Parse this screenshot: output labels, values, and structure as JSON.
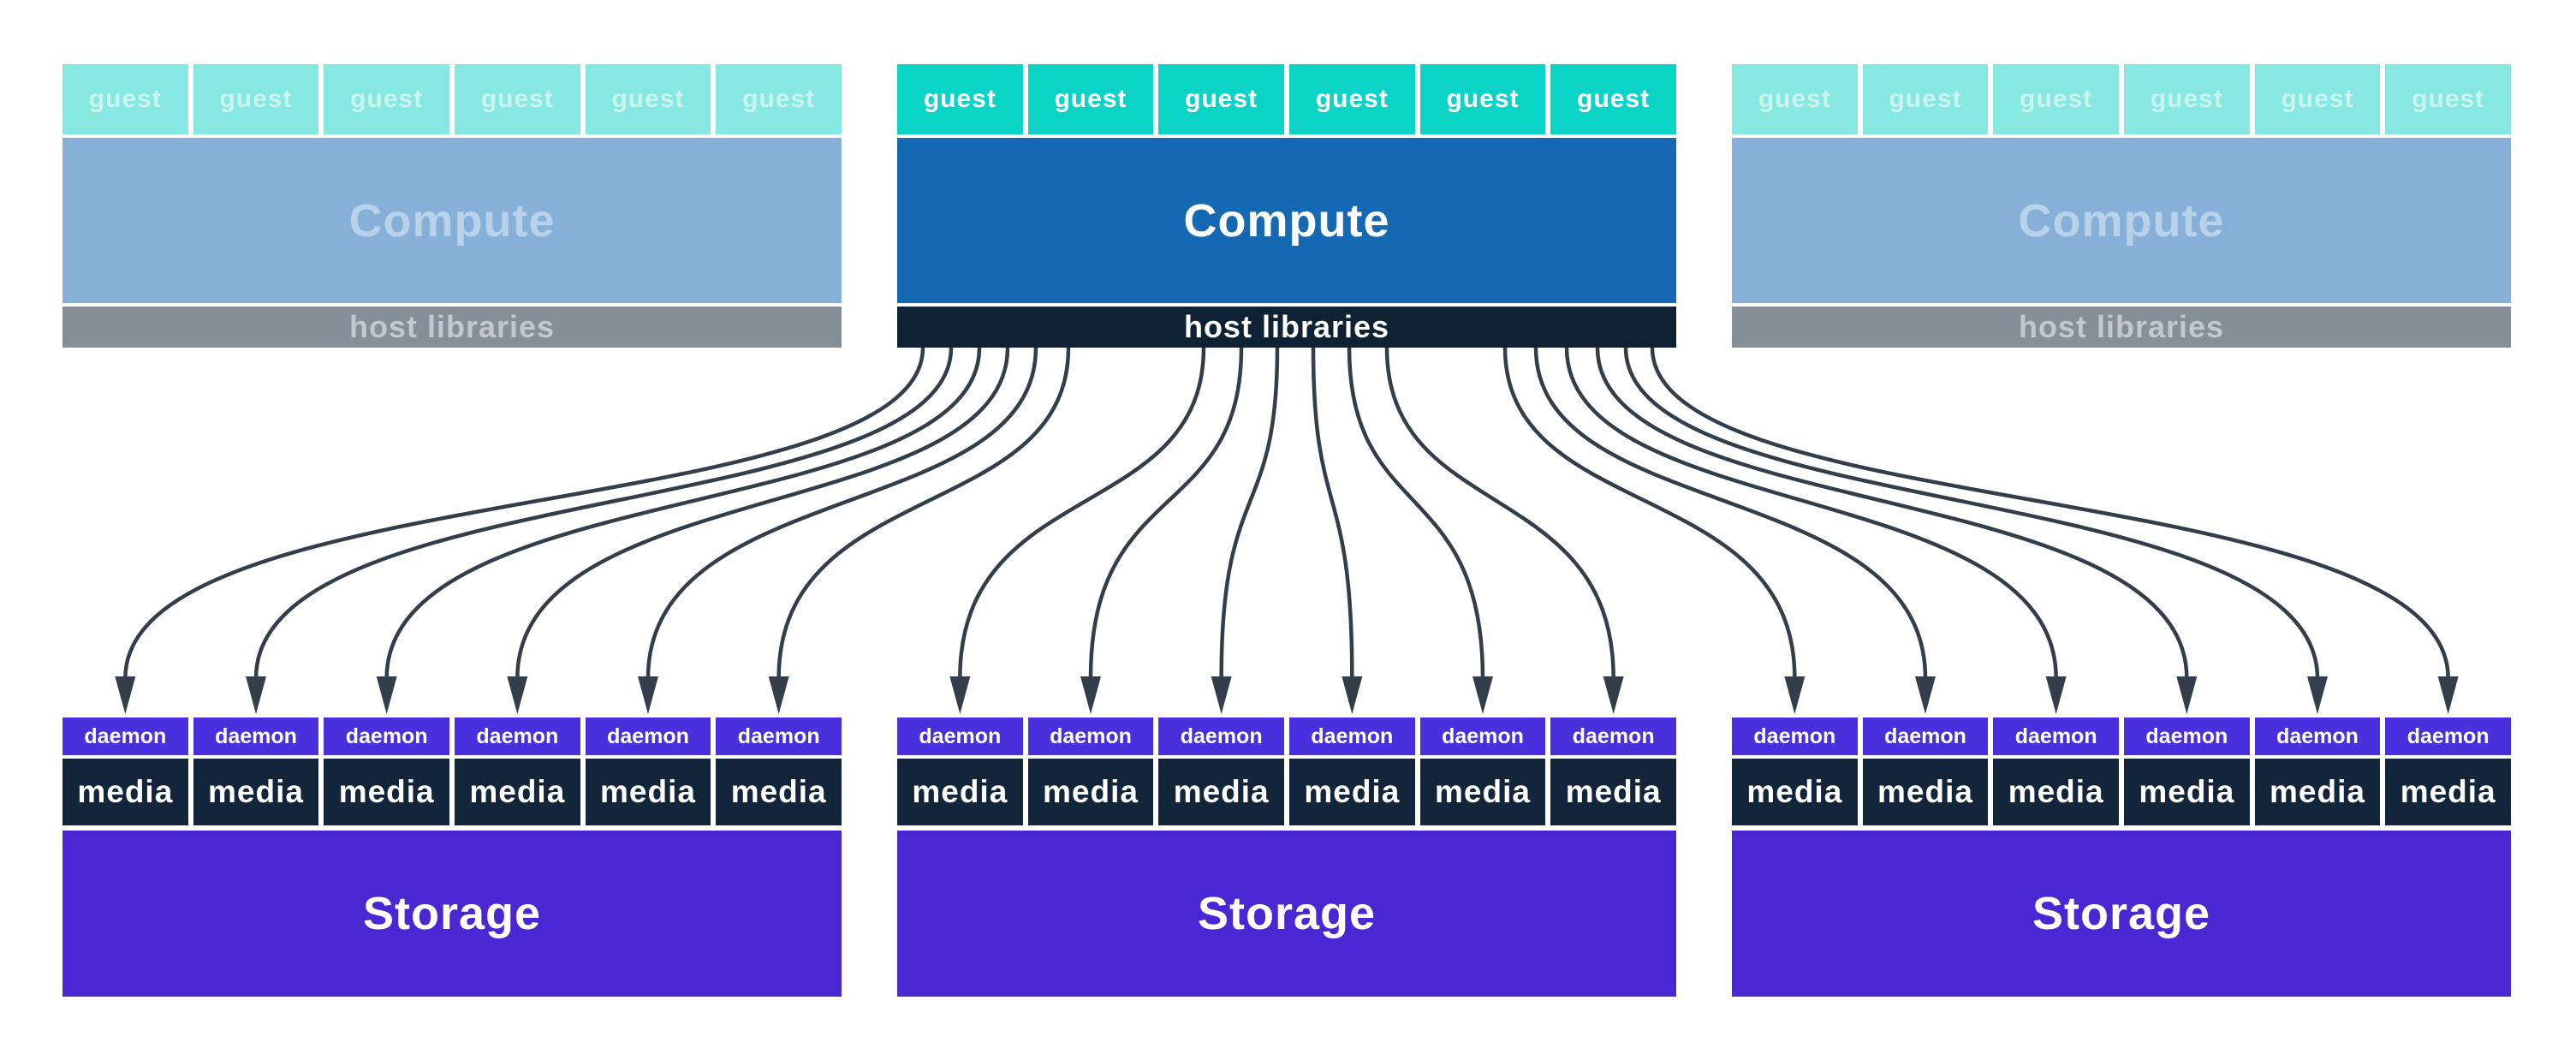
{
  "diagram": {
    "title": "ceph-style compute to storage fan-out diagram",
    "columns": [
      {
        "id": "left",
        "state": "inactive",
        "guests": [
          "guest",
          "guest",
          "guest",
          "guest",
          "guest",
          "guest"
        ],
        "compute_label": "Compute",
        "host_label": "host libraries",
        "daemons": [
          "daemon",
          "daemon",
          "daemon",
          "daemon",
          "daemon",
          "daemon"
        ],
        "media": [
          "media",
          "media",
          "media",
          "media",
          "media",
          "media"
        ],
        "storage_label": "Storage"
      },
      {
        "id": "center",
        "state": "active",
        "guests": [
          "guest",
          "guest",
          "guest",
          "guest",
          "guest",
          "guest"
        ],
        "compute_label": "Compute",
        "host_label": "host libraries",
        "daemons": [
          "daemon",
          "daemon",
          "daemon",
          "daemon",
          "daemon",
          "daemon"
        ],
        "media": [
          "media",
          "media",
          "media",
          "media",
          "media",
          "media"
        ],
        "storage_label": "Storage"
      },
      {
        "id": "right",
        "state": "inactive",
        "guests": [
          "guest",
          "guest",
          "guest",
          "guest",
          "guest",
          "guest"
        ],
        "compute_label": "Compute",
        "host_label": "host libraries",
        "daemons": [
          "daemon",
          "daemon",
          "daemon",
          "daemon",
          "daemon",
          "daemon"
        ],
        "media": [
          "media",
          "media",
          "media",
          "media",
          "media",
          "media"
        ],
        "storage_label": "Storage"
      }
    ],
    "arrows": {
      "count": 18,
      "from": "center host libraries",
      "to": "each daemon in all three columns",
      "color": "#333e4a"
    },
    "colors": {
      "guest_active": "#0bd3c6",
      "guest_inactive": "#87e8e1",
      "compute_active": "#1569b3",
      "compute_inactive": "#86b0d8",
      "host_active": "#0e2233",
      "host_inactive": "#858f97",
      "daemon": "#4a30dc",
      "media": "#13253a",
      "storage": "#4928d3",
      "arrow": "#333e4a",
      "background": "#ffffff"
    }
  }
}
